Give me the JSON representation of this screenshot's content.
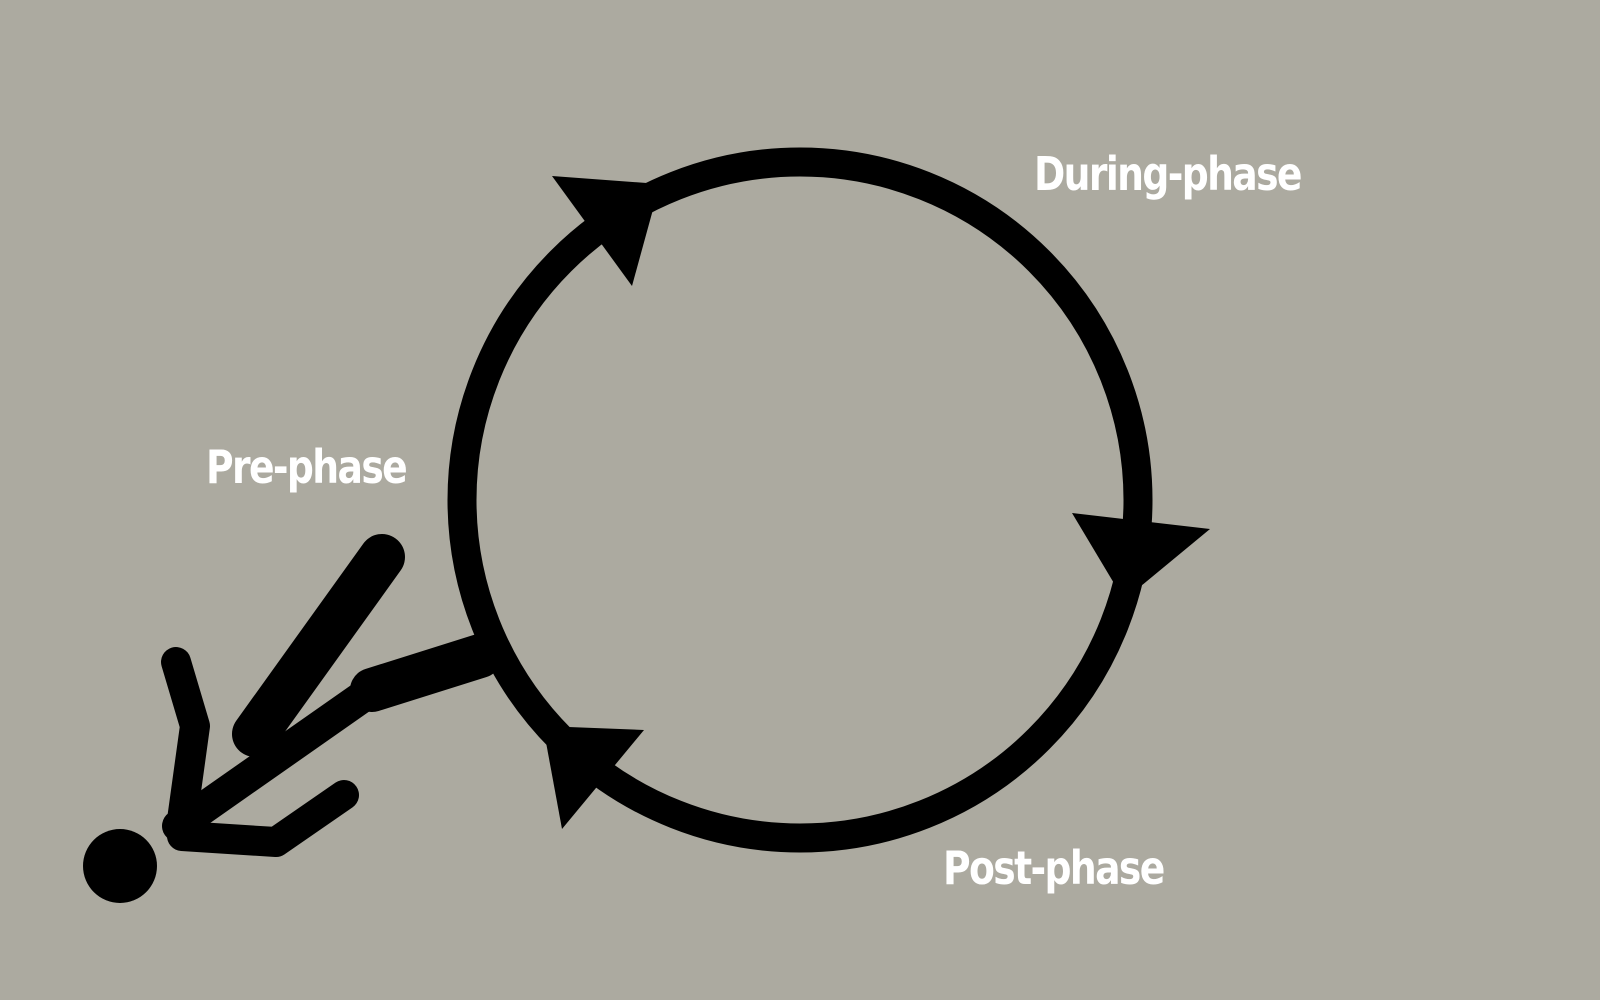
{
  "colors": {
    "background": "#acaaa0",
    "stroke": "#000000",
    "label": "#ffffff"
  },
  "labels": {
    "during": "During-phase",
    "pre": "Pre-phase",
    "post": "Post-phase"
  },
  "icons": {
    "cycle": "circular-cycle-arrows-icon",
    "figure": "fallen-person-icon"
  }
}
